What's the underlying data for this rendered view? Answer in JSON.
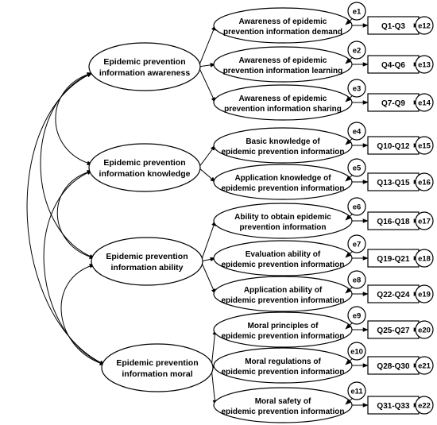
{
  "latent": [
    {
      "id": "awareness",
      "line1": "Epidemic prevention",
      "line2": "information awareness"
    },
    {
      "id": "knowledge",
      "line1": "Epidemic prevention",
      "line2": "information knowledge"
    },
    {
      "id": "ability",
      "line1": "Epidemic prevention",
      "line2": "information ability"
    },
    {
      "id": "moral",
      "line1": "Epidemic prevention",
      "line2": "information moral"
    }
  ],
  "factors": [
    {
      "line1": "Awareness of epidemic",
      "line2": "prevention information demand",
      "error": "e1",
      "item": "Q1-Q3",
      "item_error": "e12"
    },
    {
      "line1": "Awareness of epidemic",
      "line2": "prevention information learning",
      "error": "e2",
      "item": "Q4-Q6",
      "item_error": "e13"
    },
    {
      "line1": "Awareness of epidemic",
      "line2": "prevention information sharing",
      "error": "e3",
      "item": "Q7-Q9",
      "item_error": "e14"
    },
    {
      "line1": "Basic knowledge of",
      "line2": "epidemic prevention information",
      "error": "e4",
      "item": "Q10-Q12",
      "item_error": "e15"
    },
    {
      "line1": "Application knowledge of",
      "line2": "epidemic prevention information",
      "error": "e5",
      "item": "Q13-Q15",
      "item_error": "e16"
    },
    {
      "line1": "Ability to obtain epidemic",
      "line2": "prevention information",
      "error": "e6",
      "item": "Q16-Q18",
      "item_error": "e17"
    },
    {
      "line1": "Evaluation ability of",
      "line2": "epidemic prevention information",
      "error": "e7",
      "item": "Q19-Q21",
      "item_error": "e18"
    },
    {
      "line1": "Application ability of",
      "line2": "epidemic prevention information",
      "error": "e8",
      "item": "Q22-Q24",
      "item_error": "e19"
    },
    {
      "line1": "Moral principles of",
      "line2": "epidemic prevention information",
      "error": "e9",
      "item": "Q25-Q27",
      "item_error": "e20"
    },
    {
      "line1": "Moral regulations of",
      "line2": "epidemic prevention information",
      "error": "e10",
      "item": "Q28-Q30",
      "item_error": "e21"
    },
    {
      "line1": "Moral safety of",
      "line2": "epidemic prevention information",
      "error": "e11",
      "item": "Q31-Q33",
      "item_error": "e22"
    }
  ]
}
